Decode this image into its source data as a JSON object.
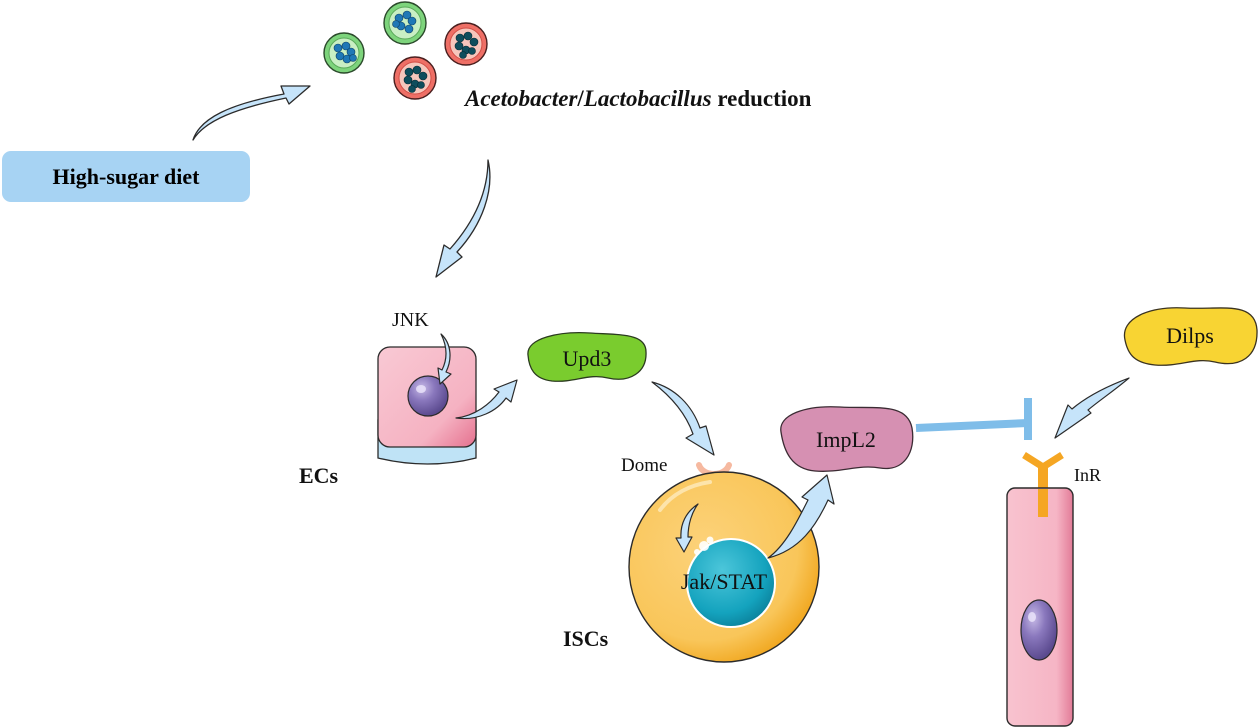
{
  "diagram": {
    "title": "High-sugar diet induced gut dysbiosis and insulin resistance pathway",
    "nodes": {
      "diet": {
        "label": "High-sugar diet"
      },
      "bacteria": {
        "genus_a": "Acetobacter",
        "separator": "/",
        "genus_b": "Lactobacillus",
        "suffix": " reduction",
        "colonies": [
          {
            "type": "healthy",
            "color": "green"
          },
          {
            "type": "healthy",
            "color": "green"
          },
          {
            "type": "reduced",
            "color": "red"
          },
          {
            "type": "reduced",
            "color": "red"
          }
        ]
      },
      "jnk": {
        "label": "JNK"
      },
      "ecs": {
        "label": "ECs"
      },
      "upd3": {
        "label": "Upd3"
      },
      "dome": {
        "label": "Dome"
      },
      "jak_stat": {
        "label": "Jak/STAT"
      },
      "iscs": {
        "label": "ISCs"
      },
      "impl2": {
        "label": "ImpL2"
      },
      "dilps": {
        "label": "Dilps"
      },
      "inr": {
        "label": "InR"
      }
    },
    "edges": [
      {
        "from": "diet",
        "to": "bacteria",
        "type": "activation"
      },
      {
        "from": "bacteria",
        "to": "ecs",
        "type": "activation"
      },
      {
        "from": "jnk",
        "to": "ecs-nucleus",
        "type": "activation"
      },
      {
        "from": "ecs",
        "to": "upd3",
        "type": "secretion"
      },
      {
        "from": "upd3",
        "to": "dome",
        "type": "activation"
      },
      {
        "from": "dome",
        "to": "jak_stat",
        "type": "activation"
      },
      {
        "from": "jak_stat",
        "to": "impl2",
        "type": "secretion"
      },
      {
        "from": "impl2",
        "to": "inr",
        "type": "inhibition"
      },
      {
        "from": "dilps",
        "to": "inr",
        "type": "activation"
      }
    ],
    "colors": {
      "arrow_fill": "#c6e4fa",
      "arrow_stroke": "#2b2b2b",
      "inhibition": "#7fbde9",
      "diet_box": "#a7d3f3",
      "upd3": "#7acc2e",
      "impl2": "#d690b2",
      "dilps": "#f8d433",
      "ec_cell": "#f6b7c6",
      "ec_base": "#bfe3f6",
      "isc_cell": "#f9c65a",
      "isc_nucleus": "#17a5c0",
      "dome": "#f6b9a0",
      "inr": "#f5a623",
      "nucleus": "#7d6db0",
      "colony_green": "#7dd47c",
      "colony_red": "#ee6f66",
      "colony_dots_blue": "#1f78b6",
      "colony_dots_dark": "#0e4d5c"
    }
  }
}
